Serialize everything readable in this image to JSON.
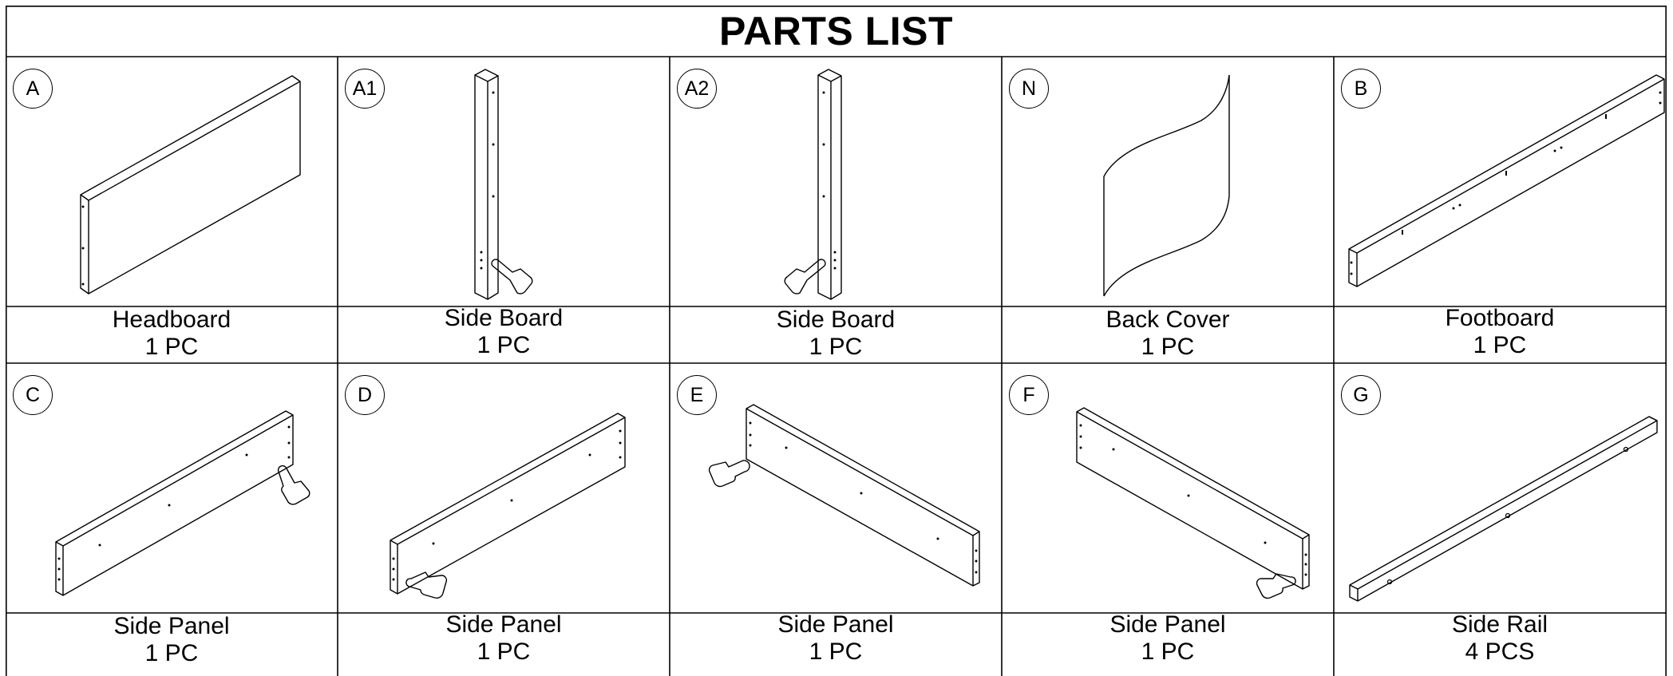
{
  "title": "PARTS LIST",
  "parts": [
    {
      "badge": "A",
      "name": "Headboard",
      "qty": "1 PC",
      "icon": "headboard-panel-icon"
    },
    {
      "badge": "A1",
      "name": "Side Board",
      "qty": "1 PC",
      "icon": "side-board-left-icon"
    },
    {
      "badge": "A2",
      "name": "Side Board",
      "qty": "1 PC",
      "icon": "side-board-right-icon"
    },
    {
      "badge": "N",
      "name": "Back Cover",
      "qty": "1 PC",
      "icon": "back-cover-sheet-icon"
    },
    {
      "badge": "B",
      "name": "Footboard",
      "qty": "1 PC",
      "icon": "footboard-icon"
    },
    {
      "badge": "C",
      "name": "Side Panel",
      "qty": "1 PC",
      "icon": "side-panel-icon"
    },
    {
      "badge": "D",
      "name": "Side Panel",
      "qty": "1 PC",
      "icon": "side-panel-icon"
    },
    {
      "badge": "E",
      "name": "Side Panel",
      "qty": "1 PC",
      "icon": "side-panel-icon"
    },
    {
      "badge": "F",
      "name": "Side Panel",
      "qty": "1 PC",
      "icon": "side-panel-icon"
    },
    {
      "badge": "G",
      "name": "Side Rail",
      "qty": "4 PCS",
      "icon": "side-rail-icon"
    }
  ]
}
